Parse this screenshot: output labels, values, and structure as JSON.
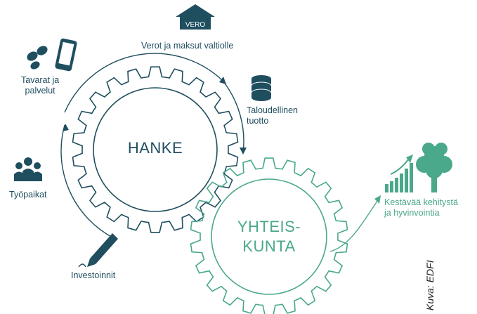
{
  "labels": {
    "vero_badge": "VERO",
    "taxes": "Verot ja maksut valtiolle",
    "goods_line1": "Tavarat ja",
    "goods_line2": "palvelut",
    "economic_line1": "Taloudellinen",
    "economic_line2": "tuotto",
    "jobs": "Työpaikat",
    "investments": "Investoinnit",
    "sustain_line1": "Kestävää kehitystä",
    "sustain_line2": "ja hyvinvointia"
  },
  "gears": {
    "project": "HANKE",
    "community_line1": "YHTEIS-",
    "community_line2": "KUNTA"
  },
  "credit": "Kuva: EDFI",
  "colors": {
    "dark": "#1f4e5f",
    "green": "#4aa88b"
  }
}
